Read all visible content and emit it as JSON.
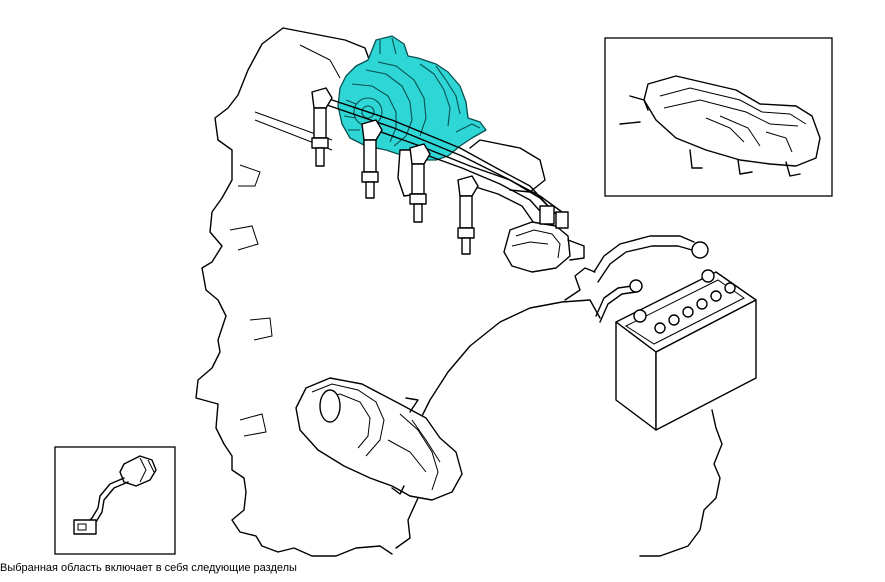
{
  "caption": "Выбранная область включает в себя следующие разделы",
  "colors": {
    "highlight": "#2fd6d6",
    "highlight_outline": "#0a4f4f",
    "line": "#000000",
    "background": "#ffffff"
  },
  "diagram": {
    "components": [
      "engine-block",
      "generator",
      "spark-plugs",
      "ignition-wires",
      "ignition-coil",
      "battery",
      "starter",
      "engine-cover-inset",
      "sensor-inset"
    ],
    "highlighted_component": "generator"
  }
}
